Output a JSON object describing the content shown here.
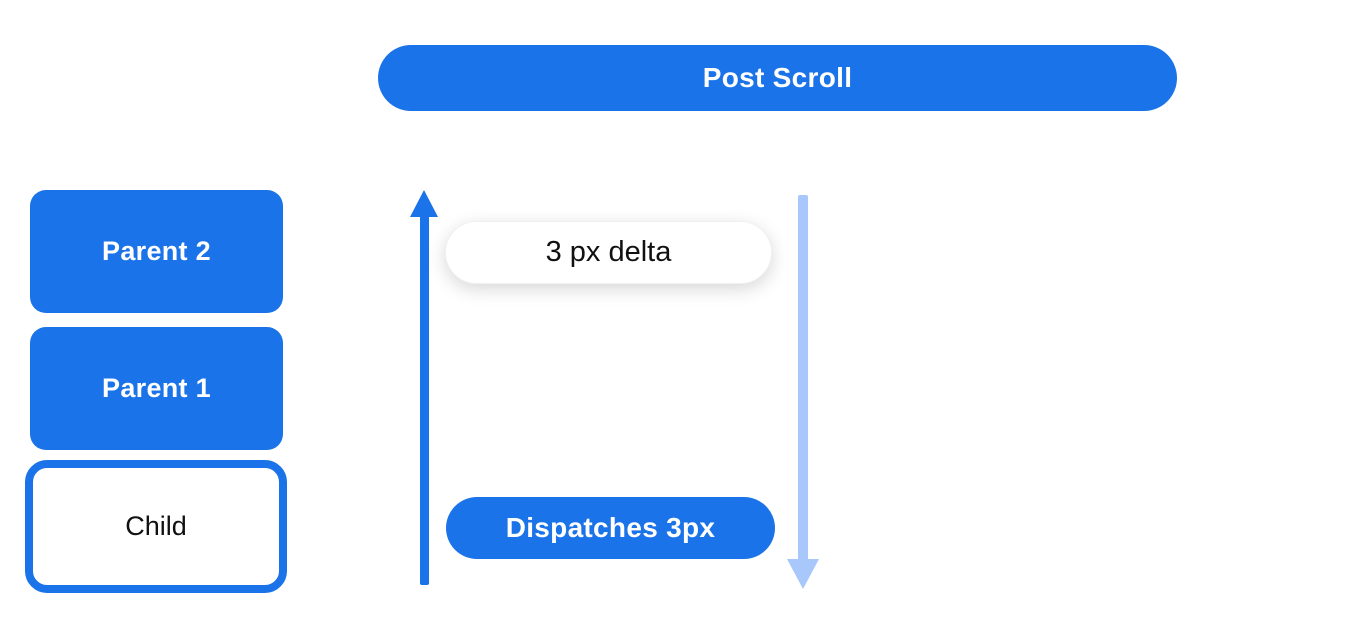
{
  "header": {
    "banner_label": "Post Scroll"
  },
  "hierarchy": {
    "items": [
      {
        "label": "Parent 2",
        "variant": "filled"
      },
      {
        "label": "Parent 1",
        "variant": "filled"
      },
      {
        "label": "Child",
        "variant": "outlined"
      }
    ]
  },
  "flow": {
    "delta_pill_label": "3 px delta",
    "dispatch_pill_label": "Dispatches 3px",
    "up_arrow_direction": "up",
    "down_arrow_direction": "down"
  },
  "colors": {
    "primary_blue": "#1a73e8",
    "light_blue": "#a8c7fa",
    "pill_white": "#ffffff",
    "text_white": "#ffffff",
    "text_black": "#111111",
    "background": "#ffffff"
  }
}
